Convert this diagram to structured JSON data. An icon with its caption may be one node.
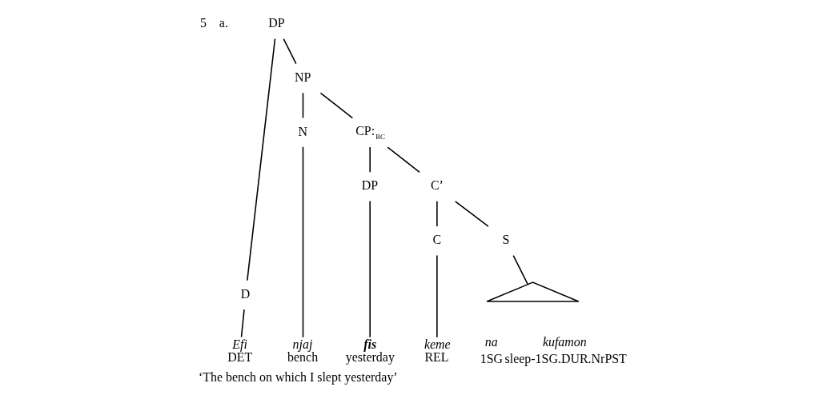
{
  "diagram": {
    "caption": "‘The bench on which I slept yesterday’",
    "nodes": [
      {
        "text": [
          "DP"
        ]
      },
      {
        "text": [
          "D"
        ]
      },
      {
        "text": [
          "NP"
        ]
      },
      {
        "text": [
          "N"
        ]
      },
      {
        "text": [
          "CP:$_{RC}$"
        ]
      },
      {
        "text": [
          "DP"
        ]
      },
      {
        "text": [
          "C’"
        ]
      },
      {
        "text": [
          "C"
        ]
      },
      {
        "text": [
          "S"
        ]
      },
      {
        "text": [],
        "shape": "triangle"
      },
      {
        "text": [
          "Efi",
          "DET"
        ]
      },
      {
        "text": [
          "njaj",
          "bench"
        ]
      },
      {
        "text": [
          "**fis**",
          "yesterday"
        ]
      },
      {
        "text": [
          "keme",
          "REL"
        ]
      }
    ],
    "edges": [
      {
        "from": 0,
        "to": 1,
        "arrow": "none"
      },
      {
        "from": 0,
        "to": 2,
        "arrow": "none"
      },
      {
        "from": 2,
        "to": 3,
        "arrow": "none"
      },
      {
        "from": 2,
        "to": 4,
        "arrow": "none"
      },
      {
        "from": 4,
        "to": 5,
        "arrow": "none"
      },
      {
        "from": 4,
        "to": 6,
        "arrow": "none"
      },
      {
        "from": 6,
        "to": 7,
        "arrow": "none"
      },
      {
        "from": 6,
        "to": 8,
        "arrow": "none"
      },
      {
        "from": 8,
        "to": 9,
        "arrow": "none"
      },
      {
        "from": 1,
        "to": 10,
        "arrow": "none"
      },
      {
        "from": 3,
        "to": 11,
        "arrow": "none"
      },
      {
        "from": 5,
        "to": 12,
        "arrow": "none"
      },
      {
        "from": 7,
        "to": 13,
        "arrow": "none"
      }
    ],
    "labels": [
      "5",
      "a.",
      "na",
      "kufamon",
      "1SG",
      "sleep-1SG.DUR.NrPST"
    ]
  }
}
